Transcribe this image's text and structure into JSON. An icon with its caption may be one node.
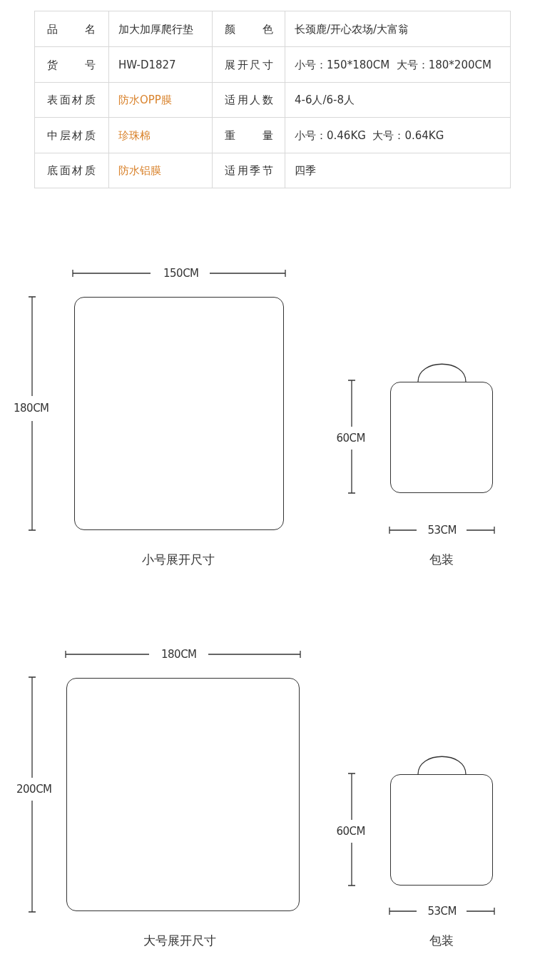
{
  "diagram": {
    "nodes": [
      {
        "text": [],
        "shape": "box"
      },
      {
        "text": [],
        "shape": "box"
      },
      {
        "text": [],
        "shape": "box"
      },
      {
        "text": [],
        "shape": "box"
      }
    ],
    "edges": [],
    "labels": [
      "品名",
      "加大加厚爬行垫",
      "颜色",
      "长颈鹿/开心农场/大富翁",
      "货号",
      "HW-D1827",
      "展开尺寸",
      "小号：150*180CM  大号：180*200CM",
      "表面材质",
      "防水OPP膜",
      "适用人数",
      "4-6人/6-8人",
      "中层材质",
      "珍珠棉",
      "重量",
      "小号：0.46KG  大号：0.64KG",
      "底面材质",
      "防水铝膜",
      "适用季节",
      "四季",
      "150CM",
      "180CM",
      "60CM",
      "53CM",
      "小号展开尺寸",
      "包装",
      "180CM",
      "200CM",
      "60CM",
      "53CM",
      "大号展开尺寸",
      "包装"
    ]
  }
}
